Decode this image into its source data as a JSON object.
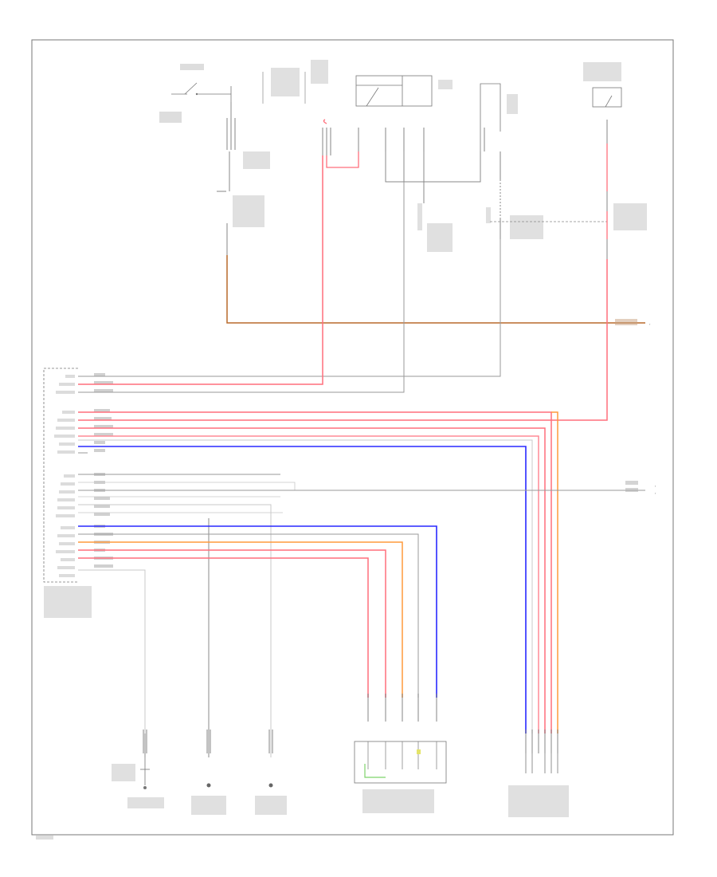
{
  "diagram": {
    "footer_code": "",
    "colors": {
      "red": "#ff6f7c",
      "blue": "#2929ff",
      "orange": "#ff9a3c",
      "brown": "#b86a2c",
      "gray": "#9a9a9a",
      "lightgray": "#c8c8c8",
      "black": "#444444"
    },
    "components": [
      {
        "id": "ignition-switch"
      },
      {
        "id": "stop-light-switch"
      },
      {
        "id": "relay-block"
      },
      {
        "id": "fuse-block"
      },
      {
        "id": "brake-lamp-switch"
      },
      {
        "id": "engine-control-module"
      },
      {
        "id": "neutral-start-switch"
      },
      {
        "id": "park-position-switch"
      },
      {
        "id": "speed-sensor"
      },
      {
        "id": "transmission-solenoid-assembly"
      },
      {
        "id": "transmission-revolution-sensor"
      }
    ]
  }
}
